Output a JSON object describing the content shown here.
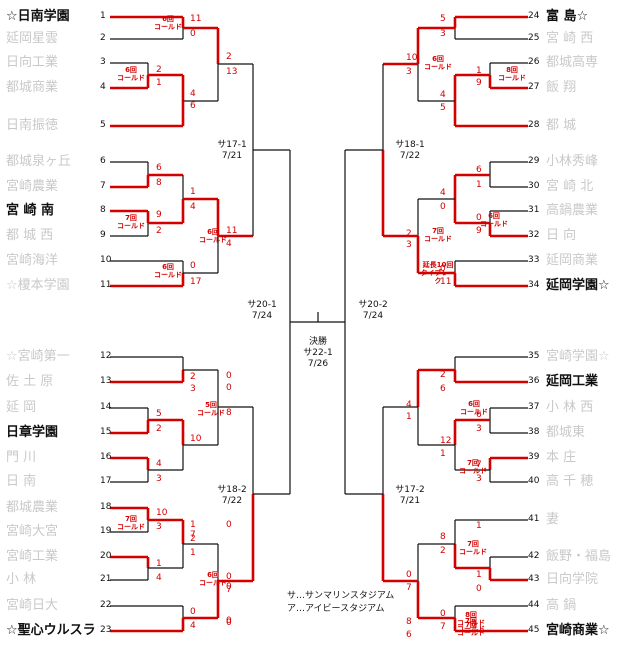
{
  "teams_left": [
    {
      "num": "1",
      "name": "☆日南学園",
      "win": true
    },
    {
      "num": "2",
      "name": "延岡星雲",
      "win": false
    },
    {
      "num": "3",
      "name": "日向工業",
      "win": false
    },
    {
      "num": "4",
      "name": "都城商業",
      "win": false
    },
    {
      "num": "5",
      "name": "日南振徳",
      "win": false
    },
    {
      "num": "6",
      "name": "都城泉ヶ丘",
      "win": false
    },
    {
      "num": "7",
      "name": "宮崎農業",
      "win": false
    },
    {
      "num": "8",
      "name": "宮 崎 南",
      "win": true
    },
    {
      "num": "9",
      "name": "都 城 西",
      "win": false
    },
    {
      "num": "10",
      "name": "宮崎海洋",
      "win": false
    },
    {
      "num": "11",
      "name": "☆榎本学園",
      "win": false
    },
    {
      "num": "12",
      "name": "☆宮崎第一",
      "win": false
    },
    {
      "num": "13",
      "name": "佐 土 原",
      "win": false
    },
    {
      "num": "14",
      "name": "延 岡",
      "win": false
    },
    {
      "num": "15",
      "name": "日章学園",
      "win": true
    },
    {
      "num": "16",
      "name": "門 川",
      "win": false
    },
    {
      "num": "17",
      "name": "日 南",
      "win": false
    },
    {
      "num": "18",
      "name": "都城農業",
      "win": false
    },
    {
      "num": "19",
      "name": "宮崎大宮",
      "win": false
    },
    {
      "num": "20",
      "name": "宮崎工業",
      "win": false
    },
    {
      "num": "21",
      "name": "小 林",
      "win": false
    },
    {
      "num": "22",
      "name": "宮崎日大",
      "win": false
    },
    {
      "num": "23",
      "name": "☆聖心ウルスラ",
      "win": true
    }
  ],
  "teams_right": [
    {
      "num": "24",
      "name": "富 島☆",
      "win": true
    },
    {
      "num": "25",
      "name": "宮 崎 西",
      "win": false
    },
    {
      "num": "26",
      "name": "都城高専",
      "win": false
    },
    {
      "num": "27",
      "name": "飯 翔",
      "win": false
    },
    {
      "num": "28",
      "name": "都 城",
      "win": false
    },
    {
      "num": "29",
      "name": "小林秀峰",
      "win": false
    },
    {
      "num": "30",
      "name": "宮 崎 北",
      "win": false
    },
    {
      "num": "31",
      "name": "高鍋農業",
      "win": false
    },
    {
      "num": "32",
      "name": "日 向",
      "win": false
    },
    {
      "num": "33",
      "name": "延岡商業",
      "win": false
    },
    {
      "num": "34",
      "name": "延岡学園☆",
      "win": true
    },
    {
      "num": "35",
      "name": "宮崎学園☆",
      "win": false
    },
    {
      "num": "36",
      "name": "延岡工業",
      "win": true
    },
    {
      "num": "37",
      "name": "小 林 西",
      "win": false
    },
    {
      "num": "38",
      "name": "都城東",
      "win": false
    },
    {
      "num": "39",
      "name": "本 庄",
      "win": false
    },
    {
      "num": "40",
      "name": "高 千 穂",
      "win": false
    },
    {
      "num": "41",
      "name": "妻",
      "win": false
    },
    {
      "num": "42",
      "name": "飯野・福島",
      "win": false
    },
    {
      "num": "43",
      "name": "日向学院",
      "win": false
    },
    {
      "num": "44",
      "name": "高 鍋",
      "win": false
    },
    {
      "num": "45",
      "name": "宮崎商業☆",
      "win": true
    }
  ],
  "scores": [
    "11",
    "0",
    "2",
    "13",
    "2",
    "1",
    "4",
    "6",
    "6",
    "8",
    "1",
    "4",
    "9",
    "2",
    "11",
    "4",
    "0",
    "17",
    "2",
    "3",
    "5",
    "2",
    "10",
    "0",
    "0",
    "8",
    "4",
    "3",
    "10",
    "3",
    "2",
    "1",
    "1",
    "4",
    "0",
    "7",
    "0",
    "4",
    "5",
    "3",
    "10",
    "3",
    "1",
    "9",
    "4",
    "5",
    "6",
    "1",
    "4",
    "0",
    "0",
    "9",
    "2",
    "3",
    "0",
    "11",
    "2",
    "6",
    "4",
    "1",
    "6",
    "3",
    "12",
    "1",
    "7",
    "3",
    "8",
    "2",
    "0",
    "7",
    "1",
    "0",
    "0",
    "7",
    "0",
    "8",
    "6",
    "1",
    "0",
    "1",
    "0",
    "7",
    "0"
  ],
  "tags": {
    "t1": "6回",
    "t2": "コールド",
    "t3": "6回",
    "t4": "コールド",
    "t5": "6回",
    "t6": "コールド",
    "t7": "7回",
    "t8": "コールド",
    "t9": "6回",
    "t10": "コールド",
    "t11": "5回",
    "t12": "コールド",
    "t13": "7回",
    "t14": "コールド",
    "t15": "6回",
    "t16": "コールド",
    "t17": "6回",
    "t18": "コールド",
    "t19": "8回",
    "t20": "コールド",
    "t21": "6回",
    "t22": "コールド",
    "t23": "7回",
    "t24": "コールド",
    "t25": "延長10回",
    "t26": "タイブレーク",
    "t27": "6回",
    "t28": "コールド",
    "t29": "7回",
    "t30": "コールド",
    "t31": "7回",
    "t32": "コールド",
    "t33": "8回",
    "t34": "コールド",
    "t35": "7回",
    "t36": "コールド",
    "t37": "7回",
    "t38": "コールド"
  },
  "rounds": {
    "r1a": "サ17-1",
    "r1b": "7/21",
    "r2a": "サ18-1",
    "r2b": "7/22",
    "r3a": "サ20-1",
    "r3b": "7/24",
    "r4a": "サ20-2",
    "r4b": "7/24",
    "r5a": "決勝",
    "r5b": "サ22-1",
    "r5c": "7/26",
    "r6a": "サ18-2",
    "r6b": "7/22",
    "r7a": "サ17-2",
    "r7b": "7/21"
  },
  "legend": {
    "l1": "サ…サンマリンスタジアム",
    "l2": "ア…アイビースタジアム"
  },
  "colors": {
    "win_line": "#d40000",
    "lose_line": "#111111"
  }
}
